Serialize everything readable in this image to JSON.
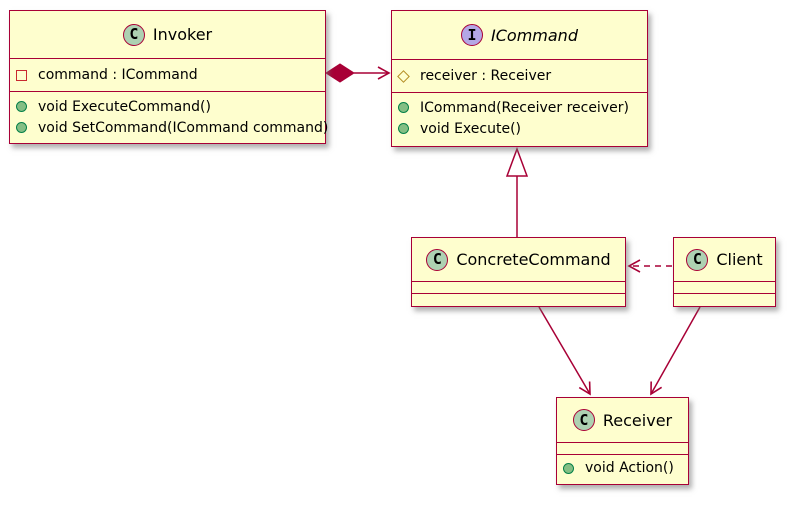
{
  "diagram": {
    "kind": "uml-class-diagram",
    "colors": {
      "background": "#FFFFFF",
      "box_fill": "#FEFECE",
      "border": "#A80036",
      "class_icon_fill": "#ADD1B2",
      "interface_icon_fill": "#B4A7E5",
      "public_method_icon": "#84BE84",
      "public_method_icon_border": "#038048",
      "private_field_icon_border": "#C82930",
      "protected_field_icon_border": "#B38D22",
      "shadow": "#6E6E6E"
    }
  },
  "classes": {
    "invoker": {
      "stereotype": "C",
      "name": "Invoker",
      "fields": [
        {
          "visibility": "private",
          "icon": "square-icon",
          "text": "command : ICommand"
        }
      ],
      "methods": [
        {
          "visibility": "public",
          "icon": "circle-icon",
          "text": "void ExecuteCommand()"
        },
        {
          "visibility": "public",
          "icon": "circle-icon",
          "text": "void SetCommand(ICommand command)"
        }
      ]
    },
    "icommand": {
      "stereotype": "I",
      "name": "ICommand",
      "fields": [
        {
          "visibility": "protected",
          "icon": "diamond-icon",
          "text": "receiver : Receiver"
        }
      ],
      "methods": [
        {
          "visibility": "public",
          "icon": "circle-icon",
          "text": "ICommand(Receiver receiver)"
        },
        {
          "visibility": "public",
          "icon": "circle-icon",
          "text": "void Execute()"
        }
      ]
    },
    "concrete_command": {
      "stereotype": "C",
      "name": "ConcreteCommand",
      "fields": [],
      "methods": []
    },
    "client": {
      "stereotype": "C",
      "name": "Client",
      "fields": [],
      "methods": []
    },
    "receiver": {
      "stereotype": "C",
      "name": "Receiver",
      "fields": [],
      "methods": [
        {
          "visibility": "public",
          "icon": "circle-icon",
          "text": "void Action()"
        }
      ]
    }
  },
  "relations": [
    {
      "from": "Invoker",
      "to": "ICommand",
      "type": "composition-arrow"
    },
    {
      "from": "ConcreteCommand",
      "to": "ICommand",
      "type": "generalization"
    },
    {
      "from": "Client",
      "to": "ConcreteCommand",
      "type": "dashed-dependency"
    },
    {
      "from": "ConcreteCommand",
      "to": "Receiver",
      "type": "association-arrow"
    },
    {
      "from": "Client",
      "to": "Receiver",
      "type": "association-arrow"
    }
  ]
}
